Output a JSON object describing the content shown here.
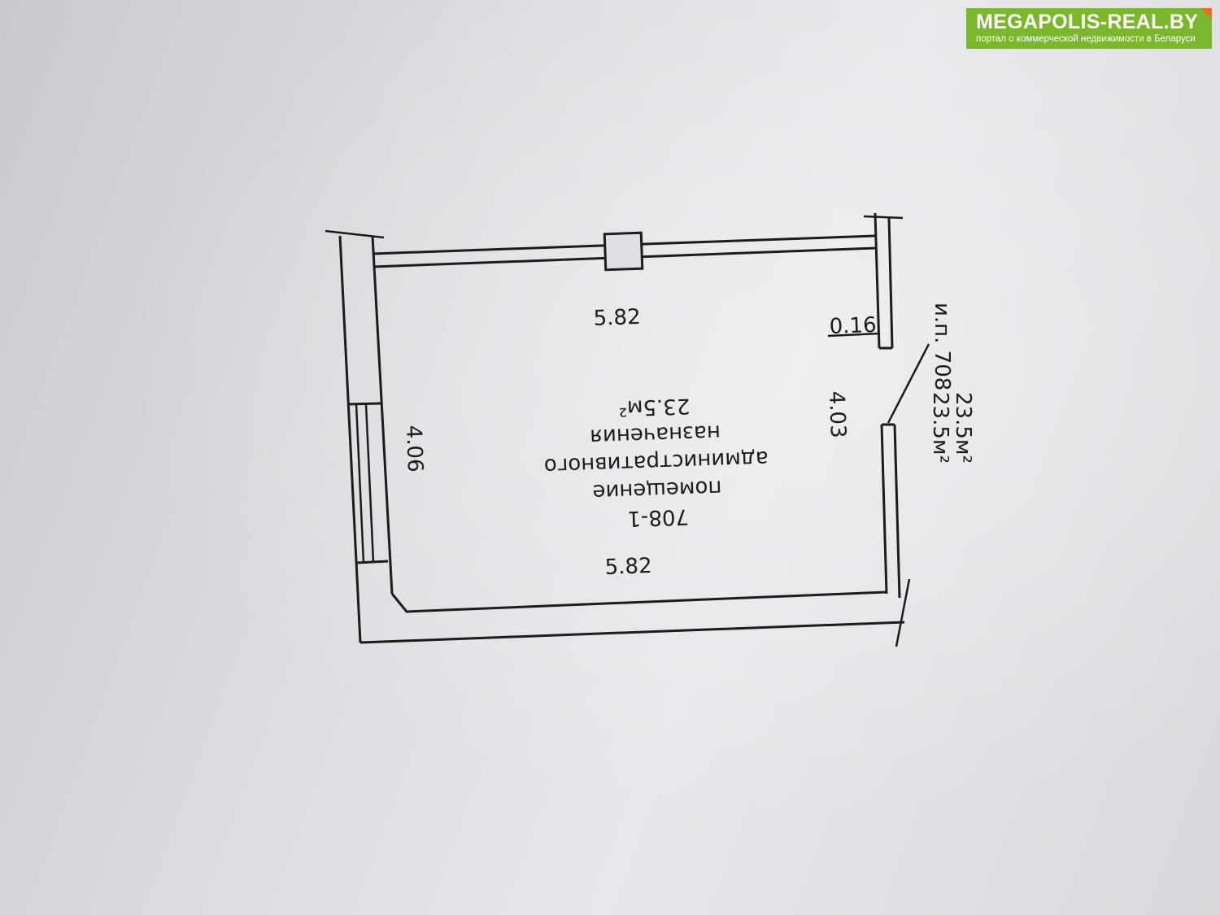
{
  "logo": {
    "title": "MEGAPOLIS-REAL.BY",
    "subtitle": "портал о коммерческой недвижимости в Беларуси",
    "color": "#7ab72b",
    "corner_color": "#f26a22"
  },
  "plan": {
    "room_number": "708-1",
    "room_type_line1": "помещение",
    "room_type_line2": "административного",
    "room_type_line3": "назначения",
    "room_area": "23.5м²",
    "dim_top": "5.82",
    "dim_bottom": "5.82",
    "dim_left": "4.06",
    "dim_right": "4.03",
    "dim_small": "0.16",
    "summary_label": "и.п. 708",
    "summary_area_1": "23.5м²",
    "summary_area_2": "23.5м²",
    "line_color": "#1c1c1c"
  }
}
